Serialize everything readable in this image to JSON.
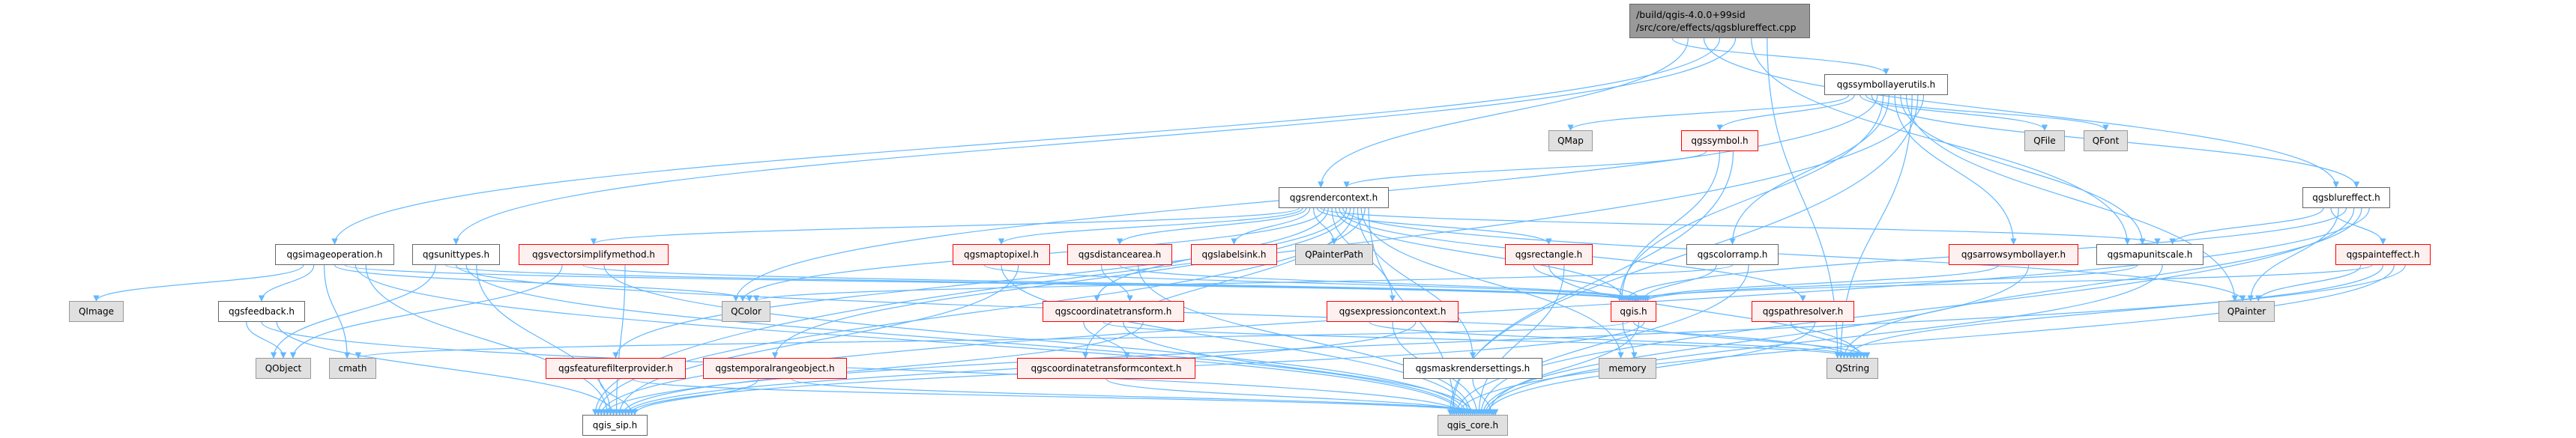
{
  "graph": {
    "root": {
      "id": "root",
      "line1": "/build/qgis-4.0.0+99sid",
      "line2": "/src/core/effects/qgsblureffect.cpp"
    },
    "colors": {
      "edge": "#63b8ff",
      "red_border": "#ff0000",
      "red_fill": "#fff0f0",
      "gray_fill": "#e0e0e0",
      "root_fill": "#999999"
    },
    "nodes": [
      {
        "id": "qgssymbollayerutils",
        "label": "qgssymbollayerutils.h",
        "kind": "normal"
      },
      {
        "id": "QMap",
        "label": "QMap",
        "kind": "gray"
      },
      {
        "id": "qgssymbol",
        "label": "qgssymbol.h",
        "kind": "red"
      },
      {
        "id": "QFile",
        "label": "QFile",
        "kind": "gray"
      },
      {
        "id": "QFont",
        "label": "QFont",
        "kind": "gray"
      },
      {
        "id": "qgsrendercontext",
        "label": "qgsrendercontext.h",
        "kind": "normal"
      },
      {
        "id": "qgsblureffect",
        "label": "qgsblureffect.h",
        "kind": "normal"
      },
      {
        "id": "qgsimageoperation",
        "label": "qgsimageoperation.h",
        "kind": "normal"
      },
      {
        "id": "qgsunittypes",
        "label": "qgsunittypes.h",
        "kind": "normal"
      },
      {
        "id": "qgsvectorsimplifymethod",
        "label": "qgsvectorsimplifymethod.h",
        "kind": "red"
      },
      {
        "id": "qgsmaptopixel",
        "label": "qgsmaptopixel.h",
        "kind": "red"
      },
      {
        "id": "qgsdistancearea",
        "label": "qgsdistancearea.h",
        "kind": "red"
      },
      {
        "id": "qgslabelsink",
        "label": "qgslabelsink.h",
        "kind": "red"
      },
      {
        "id": "QPainterPath",
        "label": "QPainterPath",
        "kind": "gray"
      },
      {
        "id": "qgsrectangle",
        "label": "qgsrectangle.h",
        "kind": "red"
      },
      {
        "id": "qgscolorramp",
        "label": "qgscolorramp.h",
        "kind": "normal"
      },
      {
        "id": "qgsarrowsymbollayer",
        "label": "qgsarrowsymbollayer.h",
        "kind": "red"
      },
      {
        "id": "qgsmapunitscale",
        "label": "qgsmapunitscale.h",
        "kind": "normal"
      },
      {
        "id": "qgspainteffect",
        "label": "qgspainteffect.h",
        "kind": "red"
      },
      {
        "id": "QImage",
        "label": "QImage",
        "kind": "gray"
      },
      {
        "id": "qgsfeedback",
        "label": "qgsfeedback.h",
        "kind": "normal"
      },
      {
        "id": "QColor",
        "label": "QColor",
        "kind": "gray"
      },
      {
        "id": "qgscoordinatetransform",
        "label": "qgscoordinatetransform.h",
        "kind": "red"
      },
      {
        "id": "qgsexpressioncontext",
        "label": "qgsexpressioncontext.h",
        "kind": "red"
      },
      {
        "id": "qgis",
        "label": "qgis.h",
        "kind": "red"
      },
      {
        "id": "qgspathresolver",
        "label": "qgspathresolver.h",
        "kind": "red"
      },
      {
        "id": "QPainter",
        "label": "QPainter",
        "kind": "gray"
      },
      {
        "id": "QObject",
        "label": "QObject",
        "kind": "gray"
      },
      {
        "id": "cmath",
        "label": "cmath",
        "kind": "gray"
      },
      {
        "id": "qgsfeaturefilterprovider",
        "label": "qgsfeaturefilterprovider.h",
        "kind": "red"
      },
      {
        "id": "qgstemporalrangeobject",
        "label": "qgstemporalrangeobject.h",
        "kind": "red"
      },
      {
        "id": "qgscoordinatetransformcontext",
        "label": "qgscoordinatetransformcontext.h",
        "kind": "red"
      },
      {
        "id": "qgsmaskrendersettings",
        "label": "qgsmaskrendersettings.h",
        "kind": "normal"
      },
      {
        "id": "memory",
        "label": "memory",
        "kind": "gray"
      },
      {
        "id": "QString",
        "label": "QString",
        "kind": "gray"
      },
      {
        "id": "qgis_sip",
        "label": "qgis_sip.h",
        "kind": "normal"
      },
      {
        "id": "qgis_core",
        "label": "qgis_core.h",
        "kind": "gray"
      }
    ],
    "edges": [
      [
        "root",
        "qgssymbollayerutils"
      ],
      [
        "root",
        "qgsrendercontext"
      ],
      [
        "root",
        "qgsblureffect"
      ],
      [
        "root",
        "qgsimageoperation"
      ],
      [
        "root",
        "qgsunittypes"
      ],
      [
        "root",
        "qgsmapunitscale"
      ],
      [
        "root",
        "QString"
      ],
      [
        "qgssymbollayerutils",
        "QMap"
      ],
      [
        "qgssymbollayerutils",
        "qgssymbol"
      ],
      [
        "qgssymbollayerutils",
        "QFile"
      ],
      [
        "qgssymbollayerutils",
        "QFont"
      ],
      [
        "qgssymbollayerutils",
        "qgsblureffect"
      ],
      [
        "qgssymbollayerutils",
        "QColor"
      ],
      [
        "qgssymbollayerutils",
        "qgis"
      ],
      [
        "qgssymbollayerutils",
        "qgscolorramp"
      ],
      [
        "qgssymbollayerutils",
        "qgsarrowsymbollayer"
      ],
      [
        "qgssymbollayerutils",
        "qgsmapunitscale"
      ],
      [
        "qgssymbollayerutils",
        "QPainter"
      ],
      [
        "qgssymbollayerutils",
        "QString"
      ],
      [
        "qgssymbollayerutils",
        "qgis_core"
      ],
      [
        "qgssymbollayerutils",
        "qgis_sip"
      ],
      [
        "qgssymbol",
        "qgsrendercontext"
      ],
      [
        "qgssymbol",
        "qgis"
      ],
      [
        "qgssymbol",
        "qgis_core"
      ],
      [
        "qgsrendercontext",
        "qgsvectorsimplifymethod"
      ],
      [
        "qgsrendercontext",
        "qgsmaptopixel"
      ],
      [
        "qgsrendercontext",
        "qgsdistancearea"
      ],
      [
        "qgsrendercontext",
        "qgslabelsink"
      ],
      [
        "qgsrendercontext",
        "QPainterPath"
      ],
      [
        "qgsrendercontext",
        "qgsrectangle"
      ],
      [
        "qgsrendercontext",
        "qgsmapunitscale"
      ],
      [
        "qgsrendercontext",
        "QColor"
      ],
      [
        "qgsrendercontext",
        "qgscoordinatetransform"
      ],
      [
        "qgsrendercontext",
        "qgsexpressioncontext"
      ],
      [
        "qgsrendercontext",
        "qgis"
      ],
      [
        "qgsrendercontext",
        "qgspathresolver"
      ],
      [
        "qgsrendercontext",
        "QPainter"
      ],
      [
        "qgsrendercontext",
        "qgsfeaturefilterprovider"
      ],
      [
        "qgsrendercontext",
        "qgstemporalrangeobject"
      ],
      [
        "qgsrendercontext",
        "qgscoordinatetransformcontext"
      ],
      [
        "qgsrendercontext",
        "qgsmaskrendersettings"
      ],
      [
        "qgsrendercontext",
        "memory"
      ],
      [
        "qgsrendercontext",
        "qgis_sip"
      ],
      [
        "qgsrendercontext",
        "qgis_core"
      ],
      [
        "qgsblureffect",
        "qgsmapunitscale"
      ],
      [
        "qgsblureffect",
        "qgspainteffect"
      ],
      [
        "qgsblureffect",
        "QPainter"
      ],
      [
        "qgsblureffect",
        "qgis"
      ],
      [
        "qgsblureffect",
        "qgis_core"
      ],
      [
        "qgsblureffect",
        "QString"
      ],
      [
        "qgsblureffect",
        "qgis_sip"
      ],
      [
        "qgspainteffect",
        "QPainter"
      ],
      [
        "qgspainteffect",
        "qgis"
      ],
      [
        "qgspainteffect",
        "QString"
      ],
      [
        "qgspainteffect",
        "qgis_core"
      ],
      [
        "qgspainteffect",
        "qgis_sip"
      ],
      [
        "qgsimageoperation",
        "QImage"
      ],
      [
        "qgsimageoperation",
        "qgsfeedback"
      ],
      [
        "qgsimageoperation",
        "cmath"
      ],
      [
        "qgsimageoperation",
        "QColor"
      ],
      [
        "qgsimageoperation",
        "qgis"
      ],
      [
        "qgsimageoperation",
        "qgis_core"
      ],
      [
        "qgsimageoperation",
        "qgis_sip"
      ],
      [
        "qgsunittypes",
        "QObject"
      ],
      [
        "qgsunittypes",
        "qgis"
      ],
      [
        "qgsunittypes",
        "QString"
      ],
      [
        "qgsunittypes",
        "qgis_core"
      ],
      [
        "qgsunittypes",
        "qgis_sip"
      ],
      [
        "qgsfeedback",
        "QObject"
      ],
      [
        "qgsfeedback",
        "qgis_core"
      ],
      [
        "qgsfeedback",
        "qgis_sip"
      ],
      [
        "qgsvectorsimplifymethod",
        "QObject"
      ],
      [
        "qgsvectorsimplifymethod",
        "qgis"
      ],
      [
        "qgsvectorsimplifymethod",
        "qgis_core"
      ],
      [
        "qgsvectorsimplifymethod",
        "qgis_sip"
      ],
      [
        "qgsmaptopixel",
        "qgis"
      ],
      [
        "qgsmaptopixel",
        "qgis_core"
      ],
      [
        "qgsmaptopixel",
        "qgis_sip"
      ],
      [
        "qgsdistancearea",
        "qgscoordinatetransform"
      ],
      [
        "qgsdistancearea",
        "qgis"
      ],
      [
        "qgsdistancearea",
        "qgis_core"
      ],
      [
        "qgscoordinatetransform",
        "qgscoordinatetransformcontext"
      ],
      [
        "qgscoordinatetransform",
        "QString"
      ],
      [
        "qgscoordinatetransform",
        "qgis_core"
      ],
      [
        "qgscoordinatetransform",
        "qgis_sip"
      ],
      [
        "qgscoordinatetransformcontext",
        "qgis_core"
      ],
      [
        "qgsexpressioncontext",
        "QString"
      ],
      [
        "qgsexpressioncontext",
        "qgis_core"
      ],
      [
        "qgsexpressioncontext",
        "qgis_sip"
      ],
      [
        "qgsrectangle",
        "qgis"
      ],
      [
        "qgsrectangle",
        "QString"
      ],
      [
        "qgsrectangle",
        "qgis_core"
      ],
      [
        "qgscolorramp",
        "qgis"
      ],
      [
        "qgscolorramp",
        "QColor"
      ],
      [
        "qgscolorramp",
        "qgis_core"
      ],
      [
        "qgsarrowsymbollayer",
        "qgis"
      ],
      [
        "qgsarrowsymbollayer",
        "qgis_core"
      ],
      [
        "qgsmapunitscale",
        "qgis"
      ],
      [
        "qgsmapunitscale",
        "qgis_core"
      ],
      [
        "qgspathresolver",
        "QString"
      ],
      [
        "qgspathresolver",
        "qgis_core"
      ],
      [
        "qgis",
        "memory"
      ],
      [
        "qgis",
        "cmath"
      ],
      [
        "qgis",
        "QString"
      ],
      [
        "qgis",
        "qgis_core"
      ],
      [
        "qgis",
        "qgis_sip"
      ],
      [
        "qgsmaskrendersettings",
        "qgis_core"
      ],
      [
        "qgsfeaturefilterprovider",
        "qgis_sip"
      ],
      [
        "qgsfeaturefilterprovider",
        "qgis_core"
      ],
      [
        "qgstemporalrangeobject",
        "qgis_sip"
      ],
      [
        "qgstemporalrangeobject",
        "qgis_core"
      ]
    ]
  }
}
